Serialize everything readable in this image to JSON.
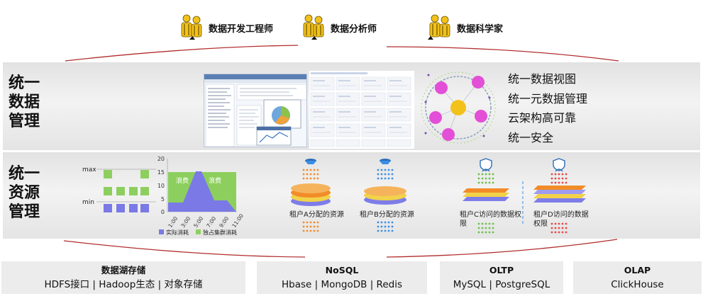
{
  "personas": [
    {
      "label": "数据开发工程师",
      "color": "#f2c21b"
    },
    {
      "label": "数据分析师",
      "color": "#f2c21b"
    },
    {
      "label": "数据科学家",
      "color": "#f2c21b"
    }
  ],
  "data_management": {
    "title_lines": [
      "统一",
      "数据",
      "管理"
    ],
    "features": [
      "统一数据视图",
      "统一元数据管理",
      "云架构高可靠",
      "统一安全"
    ]
  },
  "resource_management": {
    "title_lines": [
      "统一",
      "资源",
      "管理"
    ],
    "chart": {
      "y_ticks": [
        "20",
        "15",
        "10",
        "5",
        "0"
      ],
      "y_marks": [
        "max",
        "min"
      ],
      "x_ticks": [
        "1:00",
        "3:00",
        "5:00",
        "7:00",
        "9:00",
        "11:00"
      ],
      "box_labels": [
        "浪费",
        "浪费"
      ],
      "legend": [
        "实际消耗",
        "独占集群消耗"
      ],
      "colors": {
        "actual": "#7a79e6",
        "exclusive": "#8dcf5e",
        "waste_text": "#ffffff"
      }
    },
    "tenants": [
      {
        "label": "租户A分配的资源",
        "accent": "#f28c28"
      },
      {
        "label": "租户B分配的资源",
        "accent": "#3a8ee6"
      },
      {
        "label": "租户C访问的数据权限",
        "accent": "#6cc04a"
      },
      {
        "label": "租户D访问的数据权限",
        "accent": "#e8484a"
      }
    ]
  },
  "storage": [
    {
      "title": "数据湖存储",
      "items": "HDFS接口 | Hadoop生态 | 对象存储"
    },
    {
      "title": "NoSQL",
      "items": "Hbase | MongoDB | Redis"
    },
    {
      "title": "OLTP",
      "items": "MySQL | PostgreSQL"
    },
    {
      "title": "OLAP",
      "items": "ClickHouse"
    }
  ],
  "colors": {
    "curve": "#b22d2d",
    "band": "#e8e8e8",
    "ring_node": "#e34fd6",
    "ring_center": "#f2c21b"
  }
}
